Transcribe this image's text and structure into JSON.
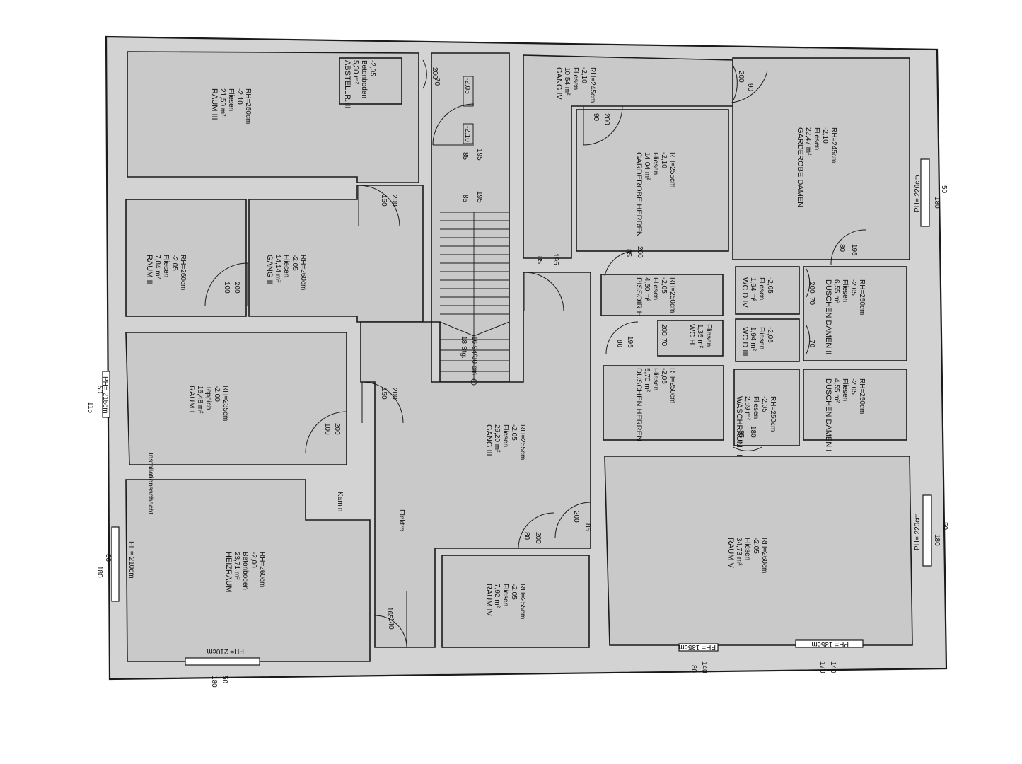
{
  "rooms": [
    {
      "id": "raum3",
      "lines": [
        "RAUM III",
        "21,50 m²",
        "Fliesen",
        "-2,10",
        "RH=250cm"
      ]
    },
    {
      "id": "abstell",
      "lines": [
        "ABSTELLR.III",
        "5,30 m²",
        "Betonboden",
        "-2,05"
      ]
    },
    {
      "id": "raum2",
      "lines": [
        "RAUM II",
        "7,84 m²",
        "Fliesen",
        "-2,05",
        "RH=260cm"
      ]
    },
    {
      "id": "gang2",
      "lines": [
        "GANG II",
        "14,14 m²",
        "Fliesen",
        "-2,05",
        "RH=260cm"
      ]
    },
    {
      "id": "raum1",
      "lines": [
        "RAUM I",
        "16,48 m²",
        "Teppich",
        "-2,00",
        "RH=235cm"
      ]
    },
    {
      "id": "heiz",
      "lines": [
        "HEIZRAUM",
        "23,71 m²",
        "Betonboden",
        "-2,00",
        "RH=260cm"
      ]
    },
    {
      "id": "gang3",
      "lines": [
        "GANG III",
        "29,20 m²",
        "Fliesen",
        "-2,05",
        "RH=255cm"
      ]
    },
    {
      "id": "raum4",
      "lines": [
        "RAUM IV",
        "7,92 m²",
        "Fliesen",
        "-2,05",
        "RH=255cm"
      ]
    },
    {
      "id": "gang4",
      "lines": [
        "GANG IV",
        "10,54 m²",
        "Fliesen",
        "-2,10",
        "RH=245cm"
      ]
    },
    {
      "id": "garh",
      "lines": [
        "GARDEROBE HERREN",
        "14,04 m²",
        "Fliesen",
        "-2,10",
        "RH=255cm"
      ]
    },
    {
      "id": "gard",
      "lines": [
        "GARDEROBE DAMEN",
        "22,47 m²",
        "Fliesen",
        "-2,10",
        "RH=245cm"
      ]
    },
    {
      "id": "piss",
      "lines": [
        "PISSOIR H",
        "4,50 m²",
        "Fliesen",
        "-2,05",
        "RH=250cm"
      ]
    },
    {
      "id": "wch",
      "lines": [
        "WC H",
        "1,35 m²",
        "Fliesen"
      ]
    },
    {
      "id": "wcd4",
      "lines": [
        "WC D IV",
        "1,94 m²",
        "Fliesen",
        "-2,05"
      ]
    },
    {
      "id": "wcd3",
      "lines": [
        "WC D III",
        "1,94 m²",
        "Fliesen",
        "-2,05"
      ]
    },
    {
      "id": "dd2",
      "lines": [
        "DUSCHEN DAMEN II",
        "6,55 m²",
        "Fliesen",
        "-2,05",
        "RH=250cm"
      ]
    },
    {
      "id": "dh",
      "lines": [
        "DUSCHEN HERREN",
        "5,70 m²",
        "Fliesen",
        "-2,05",
        "RH=250cm"
      ]
    },
    {
      "id": "wasch",
      "lines": [
        "WASCHRAUM III",
        "2,89 m²",
        "Fliesen",
        "-2,05",
        "RH=250cm"
      ]
    },
    {
      "id": "dd1",
      "lines": [
        "DUSCHEN DAMEN I",
        "4,55 m²",
        "Fliesen",
        "-2,05",
        "RH=250cm"
      ]
    },
    {
      "id": "raum5",
      "lines": [
        "RAUM V",
        "34,73 m²",
        "Fliesen",
        "-2,05",
        "RH=260cm"
      ]
    }
  ],
  "labels": {
    "install": "Installationsschacht",
    "kamin": "Kamin",
    "elektro": "Elektro",
    "stairs1": "18 Stg.",
    "stairs2": "16,94/30 cm",
    "lvl_205": "-2,05",
    "lvl_210": "-2,10"
  },
  "dims": {
    "d200": "200",
    "d100": "100",
    "d70": "70",
    "d90": "90",
    "d85": "85",
    "d195": "195",
    "d150": "150",
    "d80": "80",
    "d140": "140",
    "d180": "180",
    "d50": "50",
    "d115": "115",
    "d170": "170",
    "d160": "165"
  },
  "windows": {
    "ph215": "PH= 215cm",
    "ph210": "PH= 210cm",
    "ph220": "PH= 220cm",
    "ph135": "PH= 135cm"
  }
}
